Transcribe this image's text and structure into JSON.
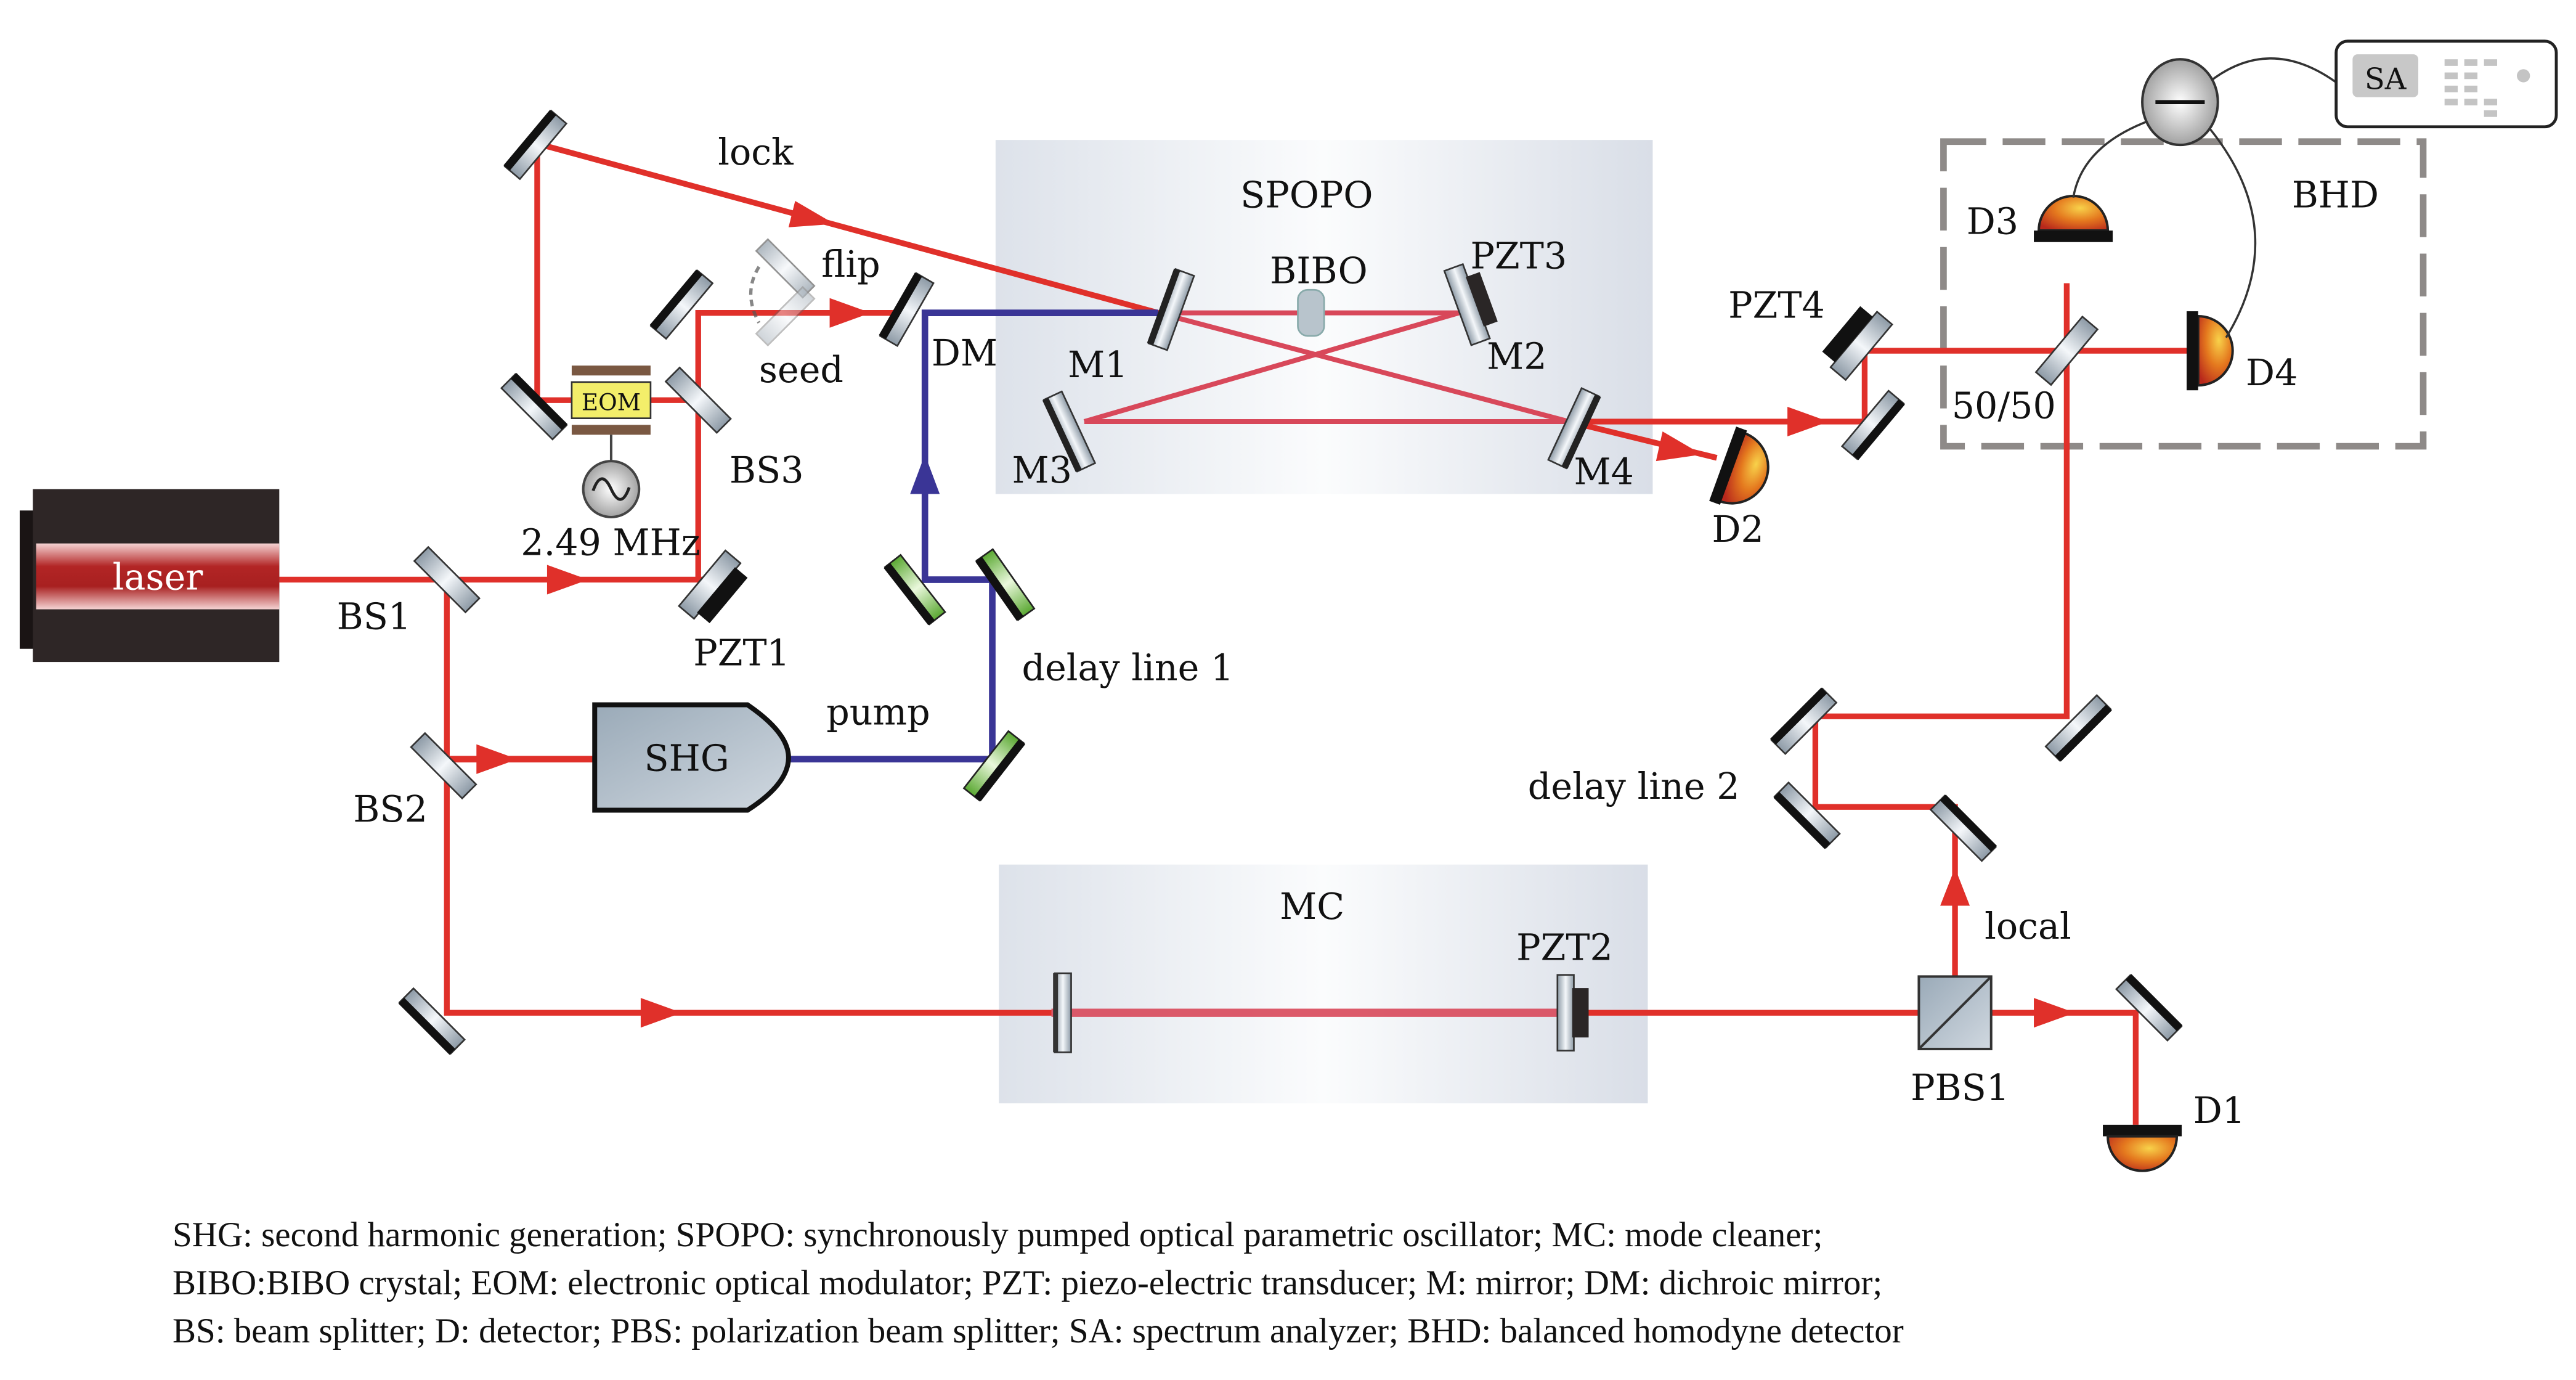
{
  "diagram": {
    "title": "Experimental setup for squeezed light generation with SPOPO and balanced homodyne detection",
    "colors": {
      "fundamental_beam": "#e0302a",
      "cavity_beam": "#d8485a",
      "pump_beam": "#3a3596",
      "mirror_face": "#b9c6d1",
      "mirror_back": "#111111",
      "delay_mirror_face": "#7cc44a",
      "detector": "#e06a1c",
      "eom": "#f3ee6a",
      "enclosure": "#e4e8ef",
      "bhd_dash": "#8e8a88"
    },
    "labels": {
      "laser": "laser",
      "bs1": "BS1",
      "bs2": "BS2",
      "bs3": "BS3",
      "pzt1": "PZT1",
      "pzt2": "PZT2",
      "pzt3": "PZT3",
      "pzt4": "PZT4",
      "eom": "EOM",
      "frequency": "2.49 MHz",
      "lock": "lock",
      "flip": "flip",
      "seed": "seed",
      "dm": "DM",
      "spopo": "SPOPO",
      "bibo": "BIBO",
      "m1": "M1",
      "m2": "M2",
      "m3": "M3",
      "m4": "M4",
      "d1": "D1",
      "d2": "D2",
      "d3": "D3",
      "d4": "D4",
      "bhd": "BHD",
      "splitter_5050": "50/50",
      "sa": "SA",
      "shg": "SHG",
      "pump": "pump",
      "delay_line_1": "delay line 1",
      "delay_line_2": "delay line 2",
      "mc": "MC",
      "local": "local",
      "pbs1": "PBS1"
    }
  },
  "caption": {
    "lines": [
      "SHG: second harmonic generation; SPOPO: synchronously pumped optical parametric oscillator; MC: mode cleaner;",
      "BIBO:BIBO crystal; EOM: electronic optical modulator; PZT: piezo-electric transducer; M: mirror; DM: dichroic mirror;",
      "BS: beam splitter; D: detector; PBS: polarization beam splitter; SA: spectrum analyzer; BHD: balanced homodyne detector"
    ]
  }
}
